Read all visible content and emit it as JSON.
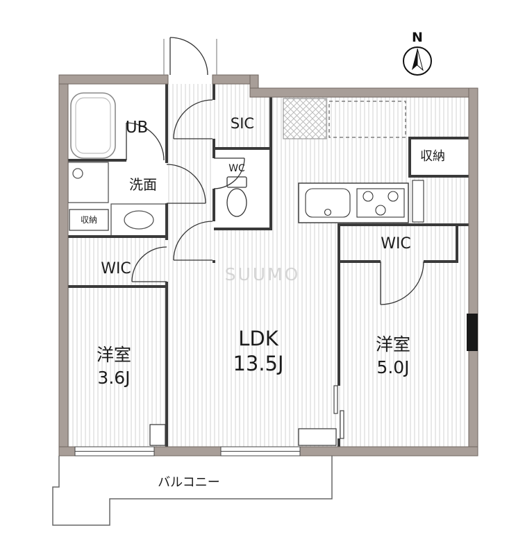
{
  "plan": {
    "compass_label": "N",
    "watermark": "SUUMO",
    "labels": {
      "ub": "UB",
      "senmen": "洗面",
      "storage_small": "収納",
      "wic_left": "WIC",
      "room_left_name": "洋室",
      "room_left_size": "3.6J",
      "sic": "SIC",
      "wc": "WC",
      "ldk_name": "LDK",
      "ldk_size": "13.5J",
      "storage_right": "収納",
      "wic_right": "WIC",
      "room_right_name": "洋室",
      "room_right_size": "5.0J",
      "balcony": "バルコニー"
    },
    "colors": {
      "wall_fill": "#a89e98",
      "wall_stroke": "#6f665f",
      "inner_wall": "#3a3a3a",
      "stripe": "#dadada",
      "line": "#333333",
      "text": "#1b1b1b",
      "watermark_color": "#cccccc"
    }
  }
}
